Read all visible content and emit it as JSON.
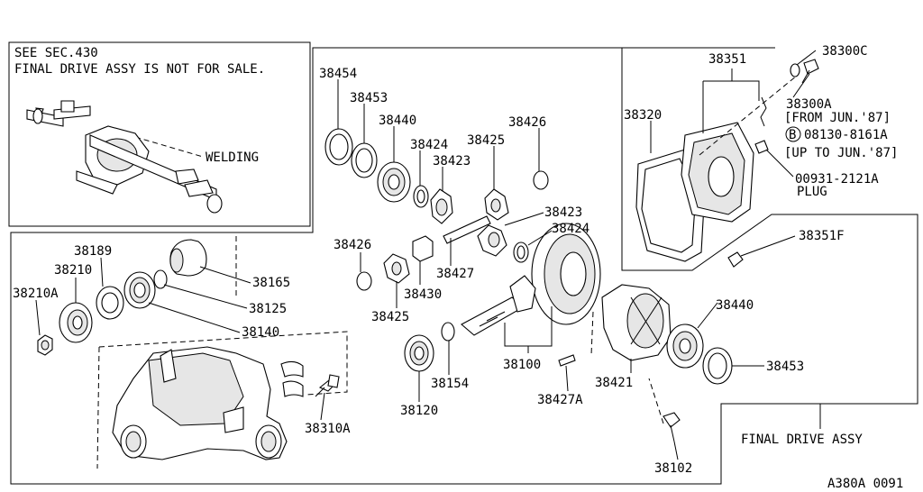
{
  "note": {
    "line1": "SEE SEC.430",
    "line2": "FINAL DRIVE ASSY IS NOT FOR SALE.",
    "welding": "WELDING"
  },
  "parts": {
    "p38300C": "38300C",
    "p38351": "38351",
    "p38300A": "38300A",
    "from_jun": "[FROM JUN.'87]",
    "bolt_b": "B",
    "p08130": "08130-8161A",
    "upto_jun": "[UP TO JUN.'87]",
    "p38320": "38320",
    "p00931": "00931-2121A",
    "plug": "PLUG",
    "p38351F": "38351F",
    "p38454": "38454",
    "p38453_top": "38453",
    "p38440_top": "38440",
    "p38426_top": "38426",
    "p38424_top": "38424",
    "p38425_top": "38425",
    "p38423_top": "38423",
    "p38423_right": "38423",
    "p38424_right": "38424",
    "p38426_mid": "38426",
    "p38427": "38427",
    "p38430": "38430",
    "p38425_bot": "38425",
    "p38189": "38189",
    "p38210": "38210",
    "p38210A": "38210A",
    "p38165": "38165",
    "p38125": "38125",
    "p38140": "38140",
    "p38310A": "38310A",
    "p38120": "38120",
    "p38154": "38154",
    "p38100": "38100",
    "p38427A": "38427A",
    "p38421": "38421",
    "p38440_right": "38440",
    "p38453_right": "38453",
    "p38102": "38102",
    "final_drive_assy": "FINAL DRIVE ASSY"
  },
  "footer": {
    "code": "A380A 0091"
  }
}
